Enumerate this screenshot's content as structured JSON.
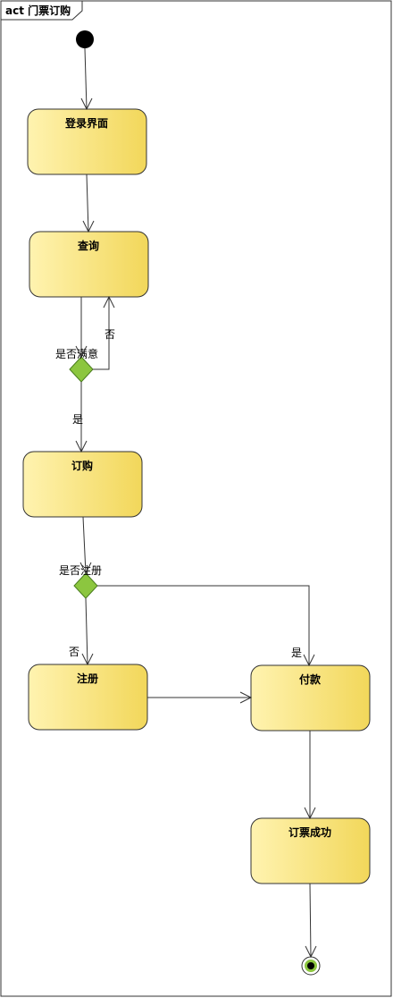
{
  "frame": {
    "title": "act 门票订购"
  },
  "colors": {
    "activity_fill_light": "#fff3b0",
    "activity_fill_dark": "#f2d75a",
    "activity_border": "#333333",
    "decision_fill": "#8cc63f",
    "decision_border": "#4a7d1e",
    "final_fill": "#8cc63f",
    "line": "#333333"
  },
  "nodes": {
    "login": {
      "label": "登录界面"
    },
    "query": {
      "label": "查询"
    },
    "order": {
      "label": "订购"
    },
    "register": {
      "label": "注册"
    },
    "pay": {
      "label": "付款"
    },
    "success": {
      "label": "订票成功"
    }
  },
  "decisions": {
    "satisfied": {
      "label": "是否满意"
    },
    "registered": {
      "label": "是否注册"
    }
  },
  "edges": {
    "satisfied_no": "否",
    "satisfied_yes": "是",
    "registered_no": "否",
    "registered_yes": "是"
  }
}
